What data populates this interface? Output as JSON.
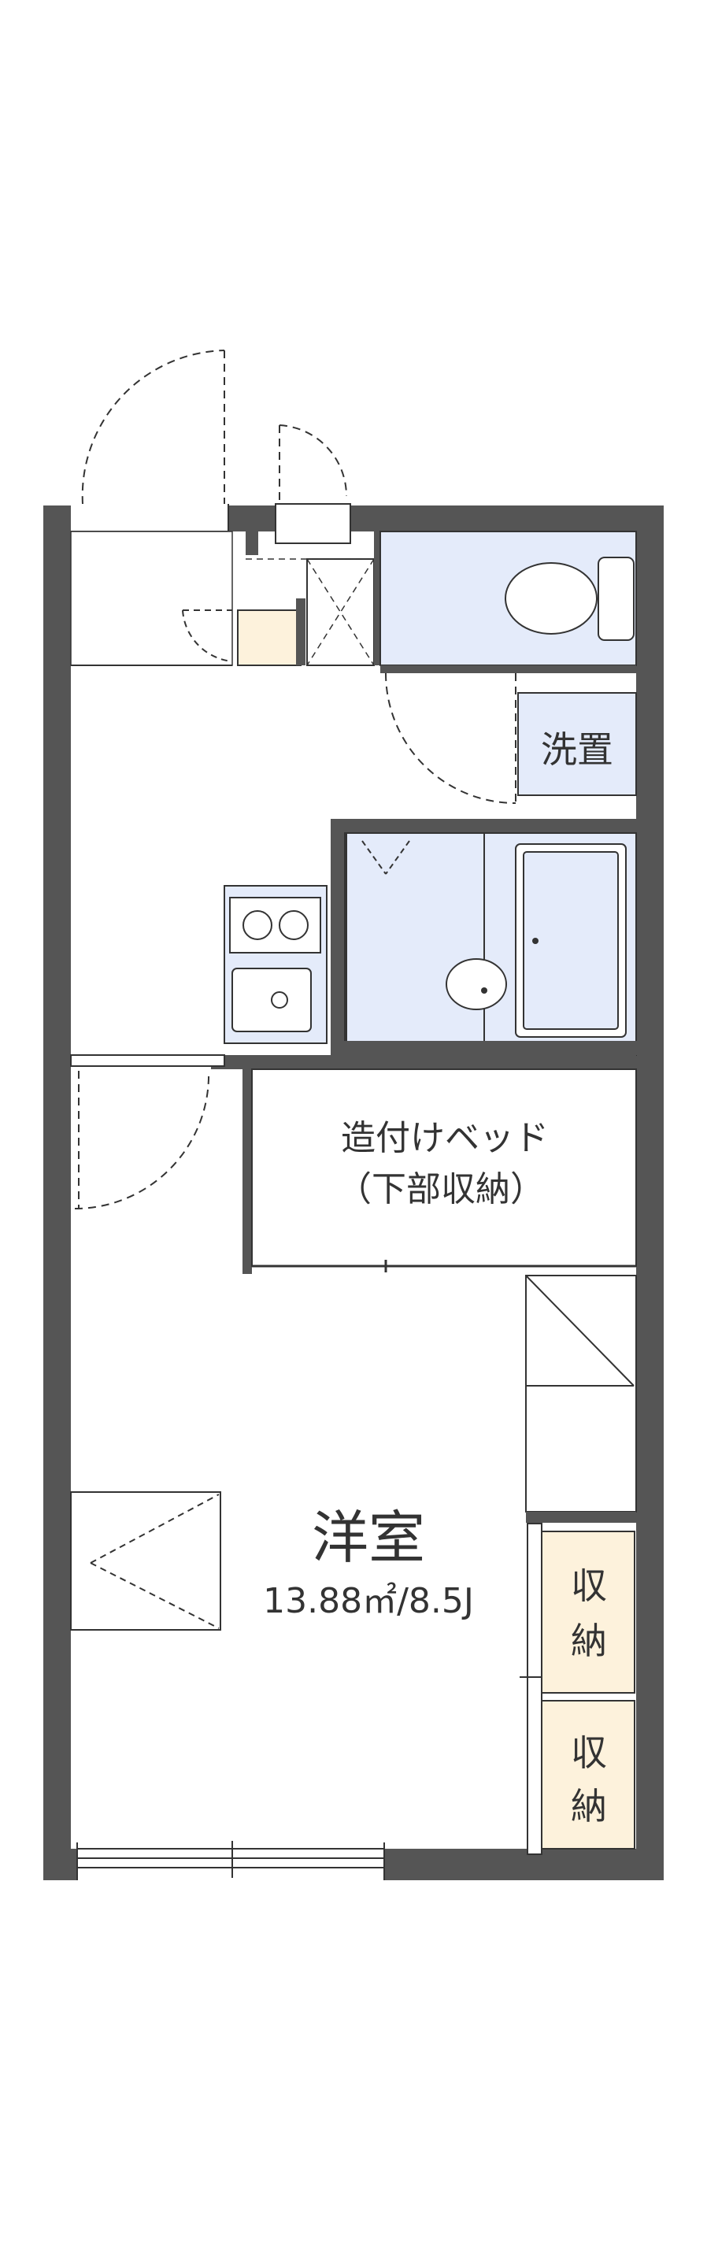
{
  "rooms": {
    "washroom": "洗置",
    "builtin_bed_line1": "造付けベッド",
    "builtin_bed_line2": "（下部収納）",
    "western_room": "洋室",
    "western_room_area": "13.88㎡/8.5J",
    "closet_1_line1": "収",
    "closet_1_line2": "納",
    "closet_2_line1": "収",
    "closet_2_line2": "納"
  },
  "colors": {
    "wall": "#555555",
    "wet_area": "#e4ebfa",
    "storage": "#fdf2dc",
    "line": "#333333",
    "background": "#ffffff"
  },
  "icons": {
    "toilet": "toilet-icon",
    "bathtub": "bathtub-icon",
    "stove": "stove-icon",
    "sink": "sink-icon"
  }
}
